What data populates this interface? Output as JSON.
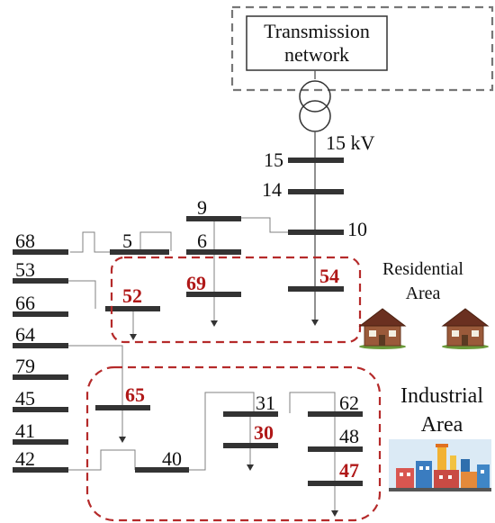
{
  "transmission": {
    "line1": "Transmission",
    "line2": "network"
  },
  "voltage_label": "15 kV",
  "buses": {
    "b15": "15",
    "b14": "14",
    "b10": "10",
    "b9": "9",
    "b6": "6",
    "b5": "5",
    "b68": "68",
    "b53": "53",
    "b66": "66",
    "b64": "64",
    "b79": "79",
    "b45": "45",
    "b41": "41",
    "b42": "42",
    "b40": "40",
    "b31": "31",
    "b62": "62",
    "b48": "48"
  },
  "highlighted_buses": {
    "b54": "54",
    "b69": "69",
    "b52": "52",
    "b65": "65",
    "b30": "30",
    "b47": "47"
  },
  "areas": {
    "residential_line1": "Residential",
    "residential_line2": "Area",
    "industrial_line1": "Industrial",
    "industrial_line2": "Area"
  },
  "colors": {
    "bus": "#333333",
    "highlight_label": "#b01818",
    "area_border": "#b52a2a",
    "transmission_border": "#777777"
  },
  "icons": [
    "house-icon",
    "house-icon",
    "factory-icon",
    "transformer-icon"
  ]
}
